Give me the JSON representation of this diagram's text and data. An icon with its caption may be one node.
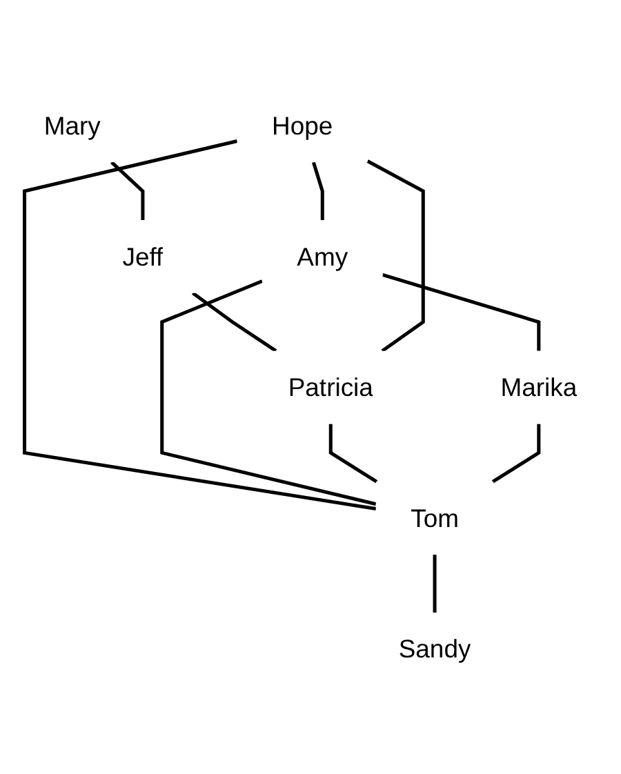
{
  "diagram": {
    "nodes": [
      {
        "text": [
          "Mary"
        ]
      },
      {
        "text": [
          "Jeff"
        ]
      },
      {
        "text": [
          "Hope"
        ]
      },
      {
        "text": [
          "Amy"
        ]
      },
      {
        "text": [
          "Patricia"
        ]
      },
      {
        "text": [
          "Marika"
        ]
      },
      {
        "text": [
          "Tom"
        ]
      },
      {
        "text": [
          "Sandy"
        ]
      }
    ],
    "edges": [
      {
        "from": 0,
        "to": 1,
        "arrow": "none"
      },
      {
        "from": 1,
        "to": 4,
        "arrow": "none"
      },
      {
        "from": 2,
        "to": 3,
        "arrow": "none"
      },
      {
        "from": 2,
        "to": 6,
        "arrow": "none"
      },
      {
        "from": 2,
        "to": 4,
        "arrow": "none"
      },
      {
        "from": 3,
        "to": 5,
        "arrow": "none"
      },
      {
        "from": 3,
        "to": 6,
        "arrow": "none"
      },
      {
        "from": 4,
        "to": 6,
        "arrow": "none"
      },
      {
        "from": 5,
        "to": 6,
        "arrow": "none"
      },
      {
        "from": 6,
        "to": 7,
        "arrow": "none"
      }
    ]
  }
}
